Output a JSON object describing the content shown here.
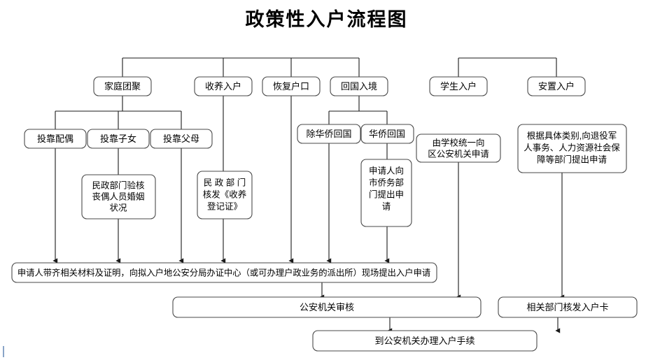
{
  "title": "政策性入户流程图",
  "colors": {
    "box_stroke": "#4a4a4a",
    "connector": "#1a1a1a",
    "background": "#ffffff",
    "text": "#000000"
  },
  "nodes": {
    "family_reunion": "家庭团聚",
    "adoption": "收养入户",
    "restore_hukou": "恢复户口",
    "return_entry": "回国入境",
    "student": "学生入户",
    "resettlement": "安置入户",
    "spouse": "投靠配偶",
    "children": "投靠子女",
    "parents": "投靠父母",
    "non_overseas_return": "除华侨回国",
    "overseas_return": "华侨回国",
    "civil_affairs_verify": "民政部门验核丧偶人员婚姻状况",
    "civil_affairs_issue": "民政部门核发《收养登记证》",
    "overseas_apply": "申请人向市侨务部门提出申请",
    "school_apply": "由学校统一向区公安机关申请",
    "veteran_apply": "根据具体类别,向退役军人事务、人力资源社会保障等部门提出申请",
    "main_application": "申请人带齐相关材料及证明，向拟入户地公安分局办证中心（或可办理户政业务的派出所）现场提出入户申请",
    "police_review": "公安机关审核",
    "issue_card": "相关部门核发入户卡",
    "final_step": "到公安机关办理入户手续"
  },
  "node_lines": {
    "civil_affairs_verify": [
      "民政部门验核",
      "丧偶人员婚姻",
      "状况"
    ],
    "civil_affairs_issue": [
      "民 政 部 门",
      "核发《收养",
      "登记证》"
    ],
    "overseas_apply": [
      "申请人向",
      "市侨务部",
      "门提出申",
      "请"
    ],
    "school_apply": [
      "由学校统一向",
      "区公安机关申请"
    ],
    "veteran_apply": [
      "根据具体类别,向退役军",
      "人事务、人力资源社会保",
      "障等部门提出申请"
    ]
  }
}
